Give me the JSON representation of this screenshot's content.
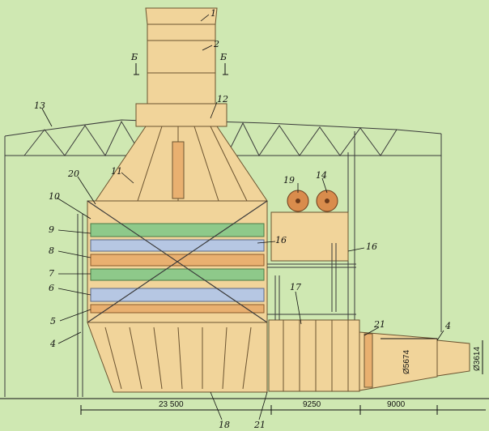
{
  "colors": {
    "background": "#cfe8b2",
    "casing": "#f1d49a",
    "casing_stroke": "#6b5330",
    "green_band": "#8ec98a",
    "blue_band": "#b6c7e3",
    "orange_band": "#e9b070",
    "fan": "#d98c4c",
    "frame": "#3a3a3a"
  },
  "section_marks": {
    "left": "Б",
    "right": "Б"
  },
  "callouts": [
    "1",
    "2",
    "Б",
    "Б",
    "12",
    "13",
    "11",
    "20",
    "10",
    "19",
    "14",
    "9",
    "16",
    "8",
    "16",
    "7",
    "6",
    "17",
    "5",
    "21",
    "4",
    "4",
    "18",
    "21"
  ],
  "dimensions": {
    "width_main": "23 500",
    "width_mid": "9250",
    "width_right": "9000",
    "diameter_large": "Ø5674",
    "diameter_small": "Ø3614"
  }
}
